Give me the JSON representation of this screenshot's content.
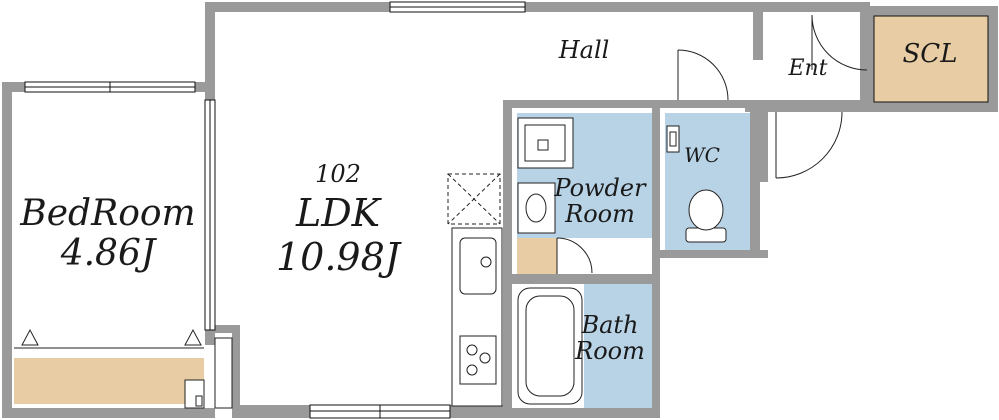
{
  "plan": {
    "unit_number": "102",
    "rooms": {
      "bedroom": {
        "name": "BedRoom",
        "size": "4.86J"
      },
      "ldk": {
        "name": "LDK",
        "size": "10.98J"
      },
      "hall": {
        "name": "Hall"
      },
      "entrance": {
        "name": "Ent"
      },
      "scl": {
        "name": "SCL"
      },
      "wc": {
        "name": "WC"
      },
      "powder_room": {
        "line1": "Powder",
        "line2": "Room"
      },
      "bath_room": {
        "line1": "Bath",
        "line2": "Room"
      }
    },
    "colors": {
      "wet_area": "#b8d3e6",
      "storage": "#e8cda4",
      "wall": "#9a9a9a",
      "background": "#ffffff"
    }
  }
}
